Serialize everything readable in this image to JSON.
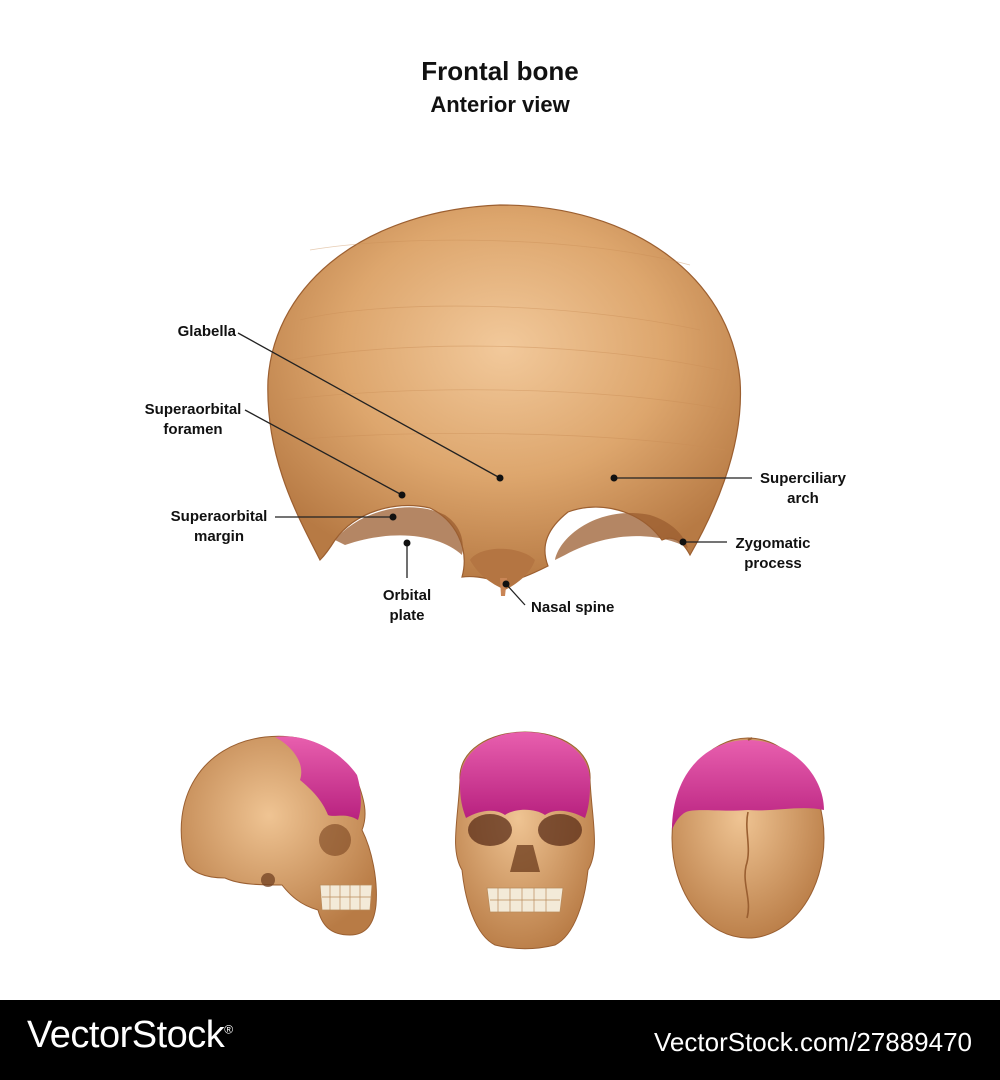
{
  "title": "Frontal bone",
  "subtitle": "Anterior view",
  "labels": {
    "glabella": "Glabella",
    "supraorbital_foramen_1": "Superaorbital",
    "supraorbital_foramen_2": "foramen",
    "supraorbital_margin_1": "Superaorbital",
    "supraorbital_margin_2": "margin",
    "orbital_plate_1": "Orbital",
    "orbital_plate_2": "plate",
    "nasal_spine": "Nasal spine",
    "superciliary_arch_1": "Superciliary",
    "superciliary_arch_2": "arch",
    "zygomatic_process_1": "Zygomatic",
    "zygomatic_process_2": "process"
  },
  "thumbnails": [
    "skull-lateral-view",
    "skull-anterior-view",
    "skull-superior-view"
  ],
  "colors": {
    "bone": "#d9a36a",
    "bone_dark": "#a8693a",
    "highlight": "#d63a9a",
    "background": "#ffffff"
  },
  "footer": {
    "brand": "VectorStock",
    "brand_mark": "®",
    "image_id": "VectorStock.com/27889470"
  }
}
